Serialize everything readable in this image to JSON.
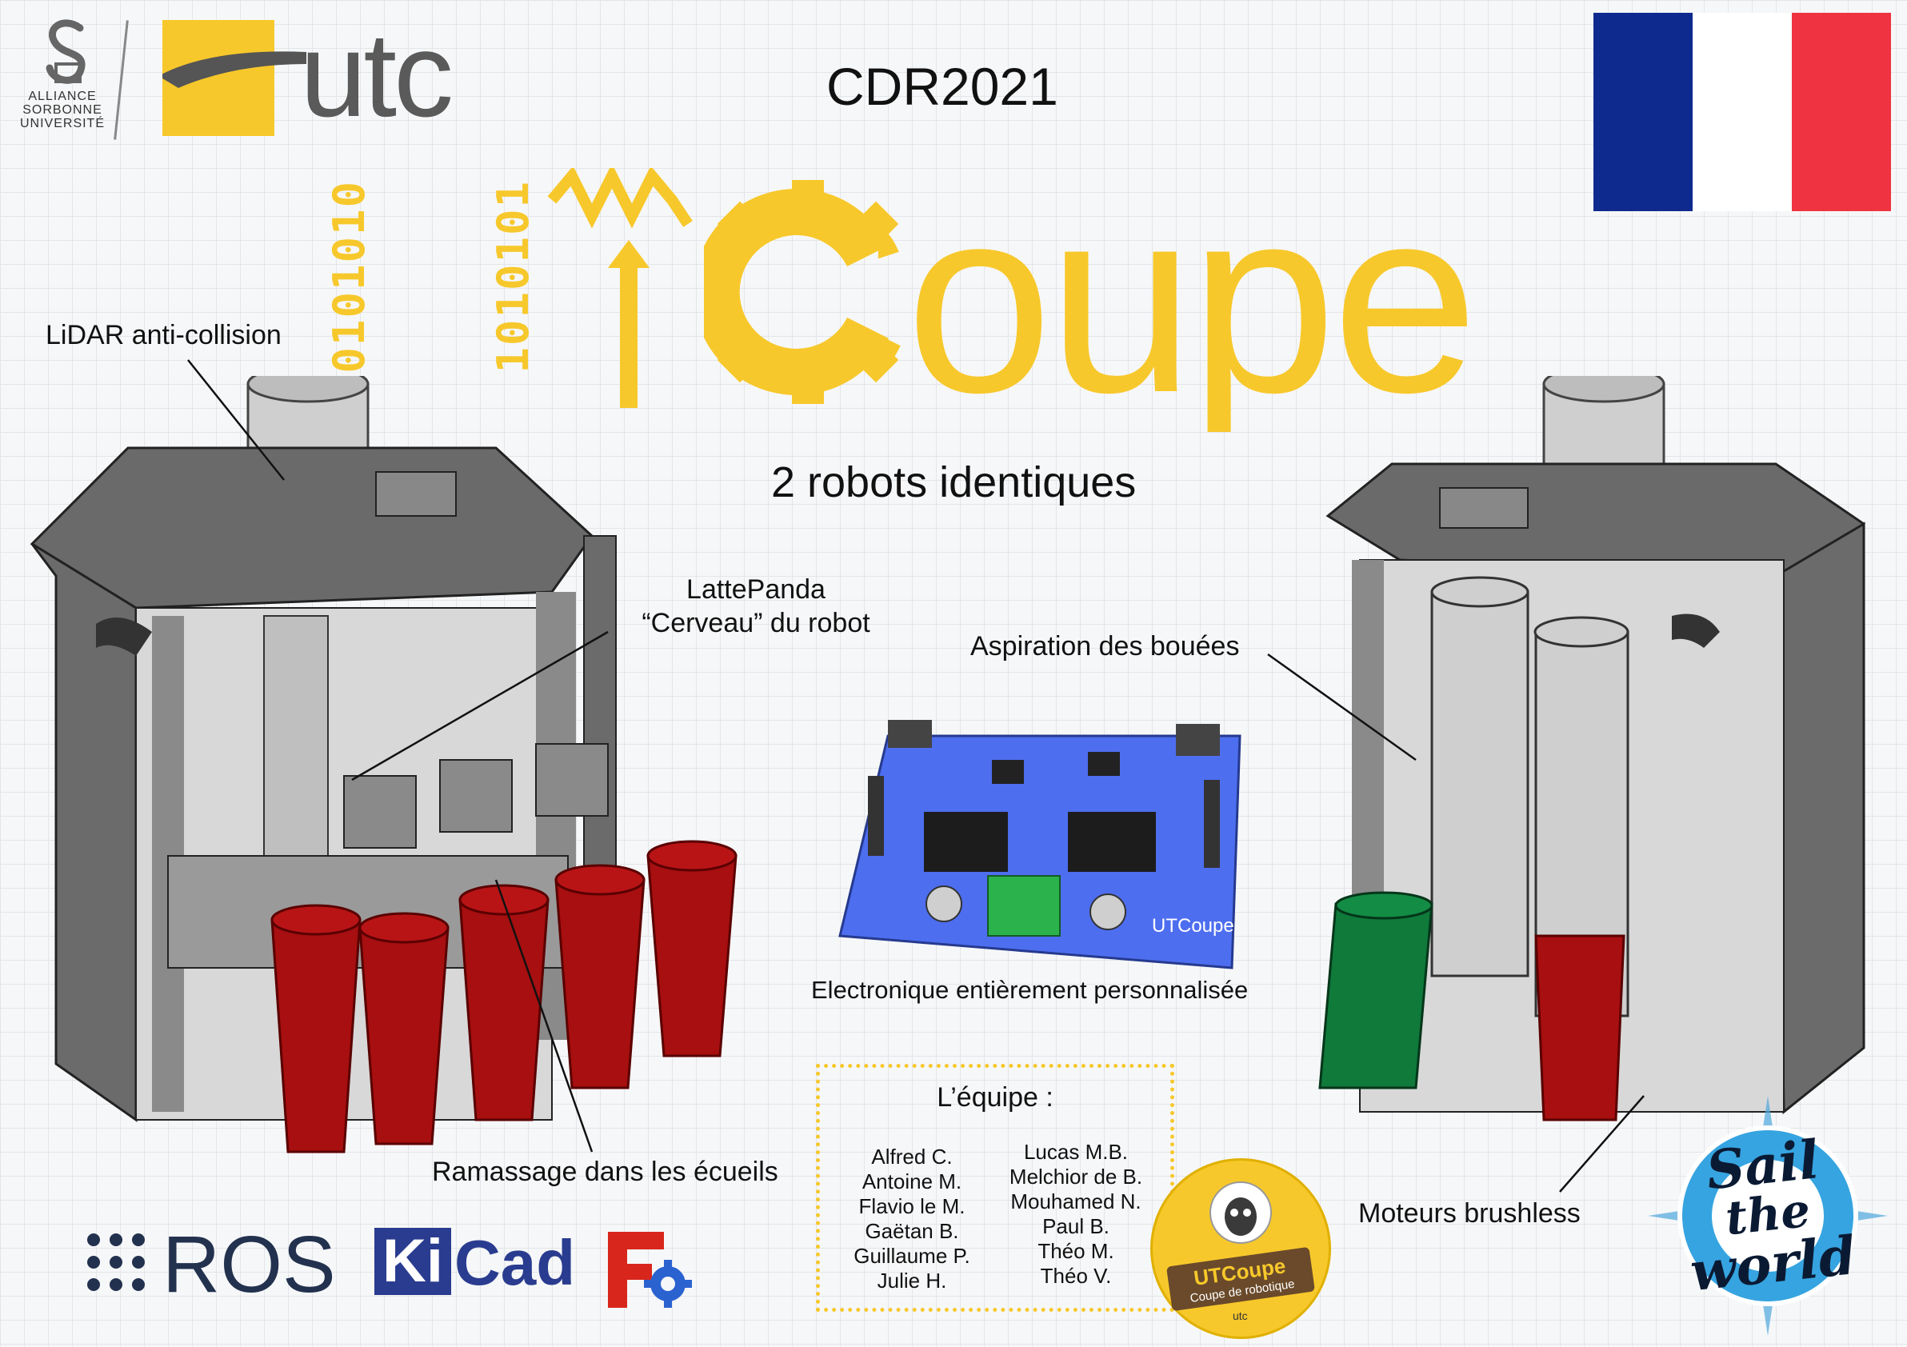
{
  "header": {
    "sorbonne_lines": [
      "ALLIANCE",
      "SORBONNE",
      "UNIVERSITÉ"
    ],
    "utc_text": "utc",
    "event": "CDR2021"
  },
  "brand": {
    "binary_left": "0101010",
    "binary_right": "1010101",
    "title": "Coupe",
    "subtitle": "2 robots identiques",
    "yellow": "#f7c82b"
  },
  "flag": {
    "blue": "#0f2a8f",
    "white": "#ffffff",
    "red": "#ef3340"
  },
  "callouts": {
    "lidar": "LiDAR anti-collision",
    "lattepanda": [
      "LattePanda",
      "“Cerveau” du robot"
    ],
    "aspiration": "Aspiration des bouées",
    "electronics": "Electronique entièrement personnalisée",
    "pickup": "Ramassage dans les écueils",
    "motors": "Moteurs brushless"
  },
  "pcb": {
    "text": "UTCoupe",
    "board_color": "#4e6ef0",
    "connector_color": "#2bb24c"
  },
  "team": {
    "title": "L’équipe :",
    "left": [
      "Alfred C.",
      "Antoine M.",
      "Flavio le M.",
      "Gaëtan B.",
      "Guillaume P.",
      "Julie H."
    ],
    "right": [
      "Lucas M.B.",
      "Melchior de B.",
      "Mouhamed N.",
      "Paul B.",
      "Théo M.",
      "Théo V."
    ]
  },
  "badge": {
    "line1": "UTCoupe",
    "line2": "Coupe de robotique",
    "small": "utc"
  },
  "logos": {
    "ros": "ROS",
    "kicad_k": "Ki",
    "kicad_rest": "Cad"
  },
  "sail": {
    "line1": "Sail",
    "line2": "the",
    "line3": "world"
  },
  "icons": [
    "sorbonne-logo-icon",
    "utc-logo-icon",
    "gear-icon",
    "ros-dots-icon",
    "freecad-icon",
    "sheep-icon",
    "lifebuoy-icon"
  ]
}
